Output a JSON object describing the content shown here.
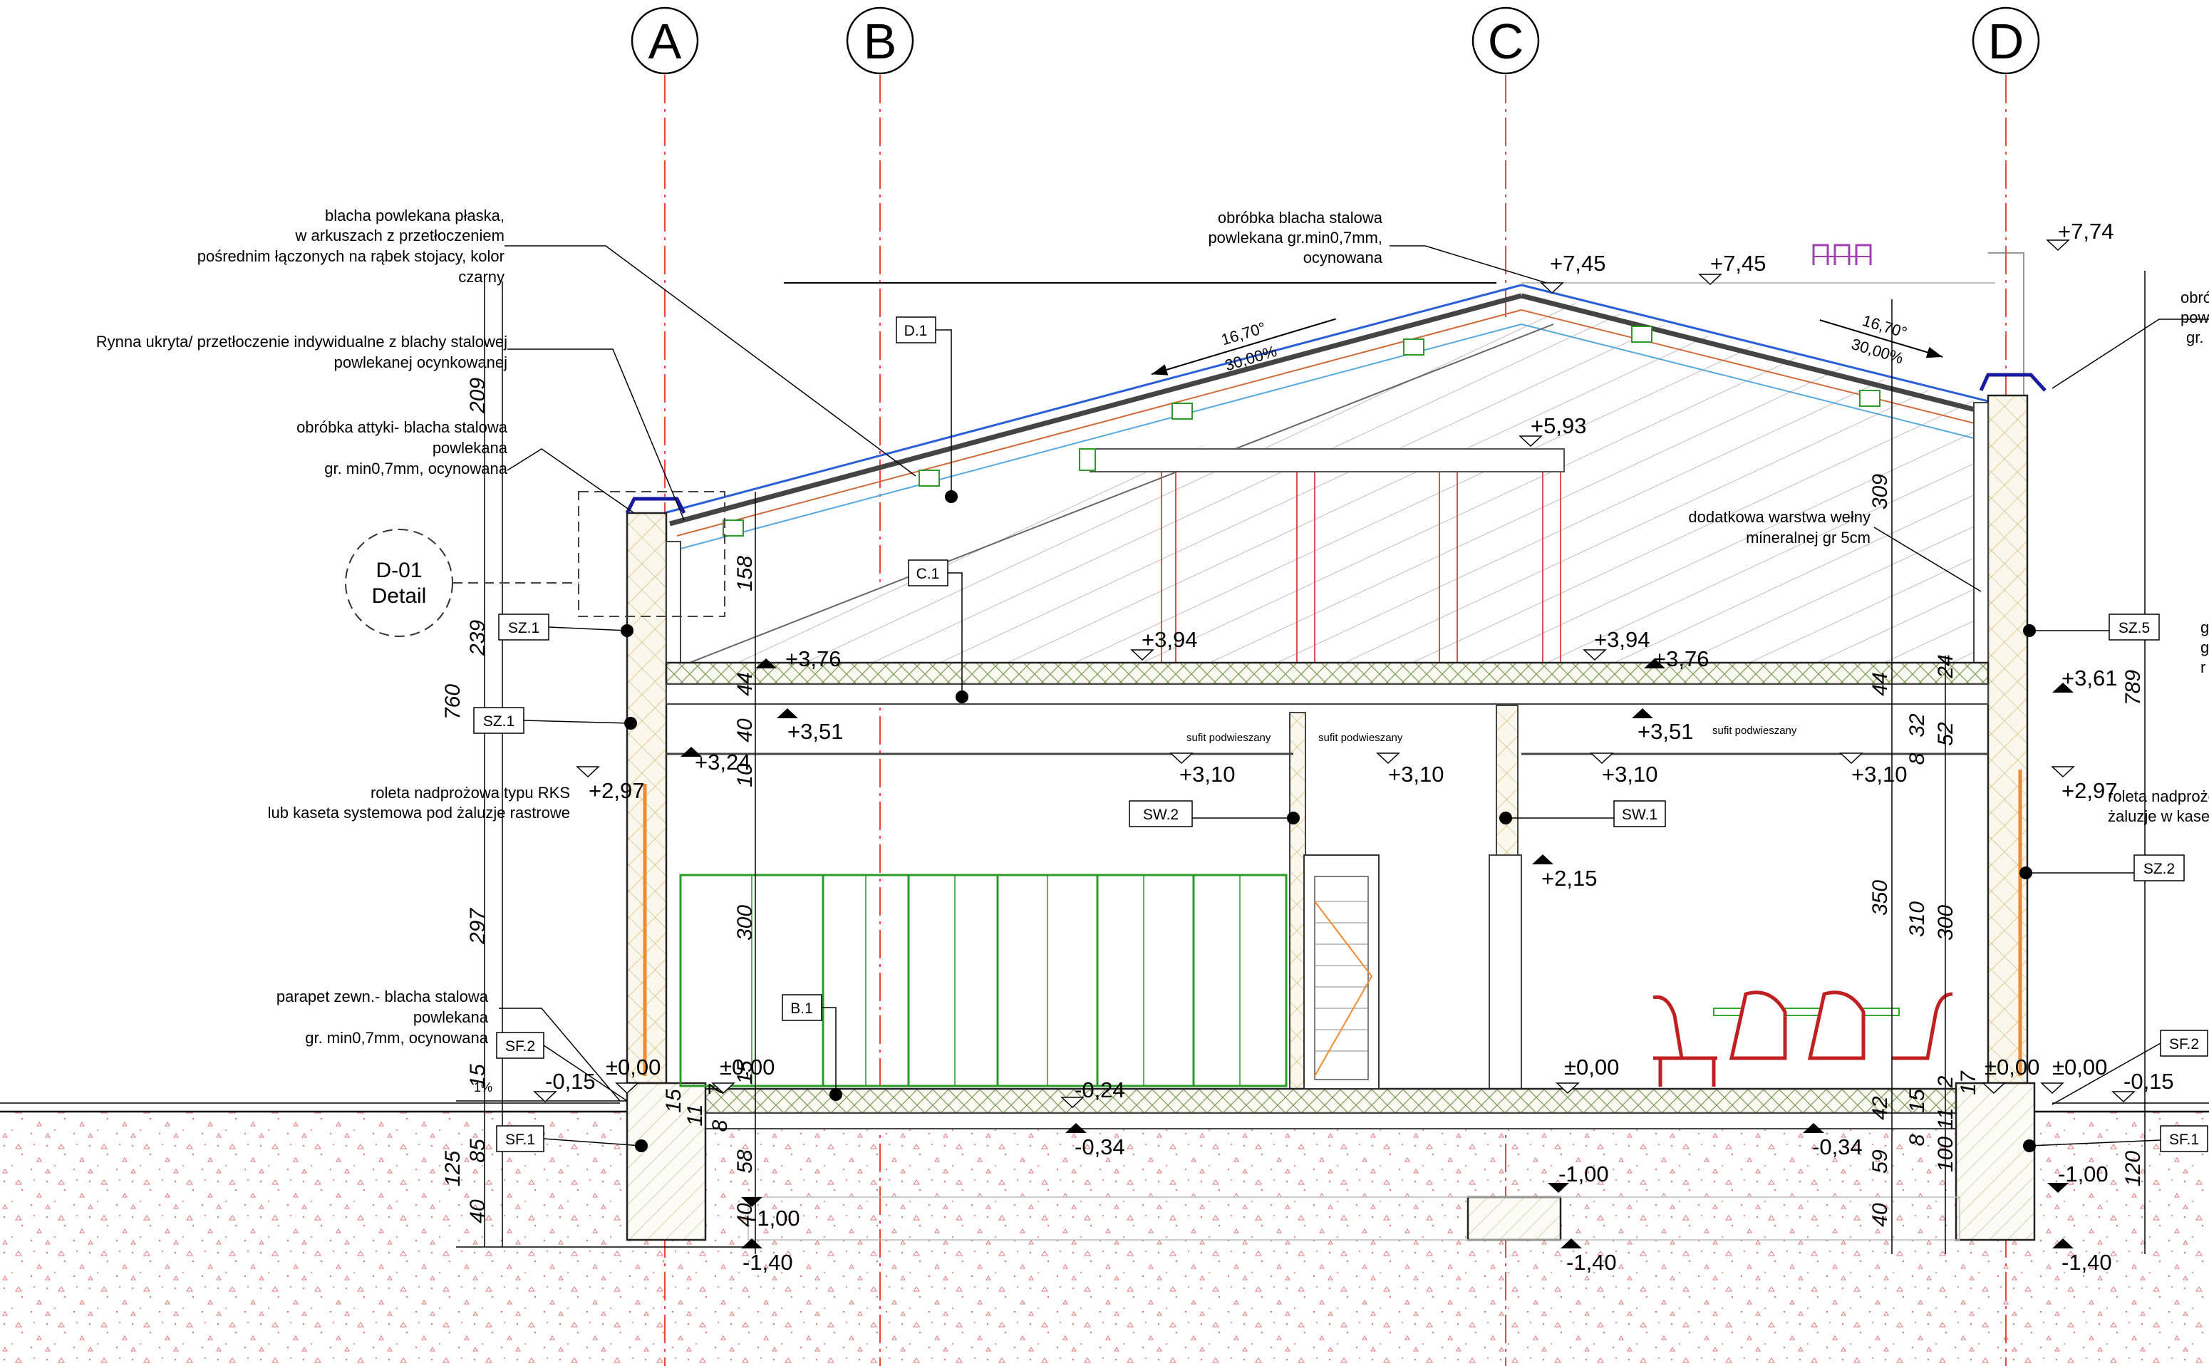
{
  "axes": {
    "a": "A",
    "b": "B",
    "c": "C",
    "d": "D"
  },
  "detail": {
    "code": "D-01",
    "label": "Detail"
  },
  "notes": {
    "roof_sheet": [
      "blacha powlekana płaska,",
      "w arkuszach z przetłoczeniem",
      "pośrednim łączonych na rąbek stojacy, kolor",
      "czarny"
    ],
    "gutter": [
      "Rynna  ukryta/ przetłoczenie indywidualne z blachy stalowej",
      "powlekanej ocynkowanej"
    ],
    "attic": [
      "obróbka attyki- blacha stalowa",
      "powlekana",
      "gr. min0,7mm, ocynowana"
    ],
    "ridge": [
      "obróbka  blacha stalowa",
      "powlekana gr.min0,7mm,",
      "ocynowana"
    ],
    "wool": [
      "dodatkowa warstwa wełny",
      "mineralnej gr 5cm"
    ],
    "shutter": [
      "roleta nadprożowa typu RKS",
      "lub kaseta systemowa pod żaluzje rastrowe"
    ],
    "parapet": [
      "parapet zewn.- blacha stalowa",
      "powlekana",
      "gr. min0,7mm, ocynowana"
    ],
    "right_top": [
      "obró",
      "powl",
      "gr. r"
    ],
    "right_shutter": [
      "roleta nadprożo",
      "żaluzje w kase"
    ],
    "right_g": [
      "g",
      "g",
      "r"
    ],
    "suspended": "sufit podwieszany"
  },
  "tags": {
    "d1": "D.1",
    "c1": "C.1",
    "sz1a": "SZ.1",
    "sz1b": "SZ.1",
    "sz5": "SZ.5",
    "sz2": "SZ.2",
    "sw1": "SW.1",
    "sw2": "SW.2",
    "sf2a": "SF.2",
    "sf2b": "SF.2",
    "sf1a": "SF.1",
    "sf1b": "SF.1",
    "b1": "B.1"
  },
  "slopes": {
    "left_deg": "16,70°",
    "left_pct": "30,00%",
    "right_deg": "16,70°",
    "right_pct": "30,00%"
  },
  "elevations": {
    "e745a": "+7,45",
    "e745b": "+7,45",
    "e774": "+7,74",
    "e593": "+5,93",
    "e394a": "+3,94",
    "e394b": "+3,94",
    "e376a": "+3,76",
    "e376b": "+3,76",
    "e351a": "+3,51",
    "e351b": "+3,51",
    "e324": "+3,24",
    "e361": "+3,61",
    "e310a": "+3,10",
    "e310b": "+3,10",
    "e310c": "+3,10",
    "e310d": "+3,10",
    "e297a": "+2,97",
    "e297b": "+2,97",
    "e215": "+2,15",
    "e000a": "±0,00",
    "e000b": "±0,00",
    "e000c": "±0,00",
    "e000d": "±0,00",
    "e000e": "±0,00",
    "m015a": "-0,15",
    "m015b": "-0,15",
    "m024": "-0,24",
    "m034a": "-0,34",
    "m034b": "-0,34",
    "m100a": "-1,00",
    "m100b": "-1,00",
    "m100c": "-1,00",
    "m140a": "-1,40",
    "m140b": "-1,40",
    "m140c": "-1,40"
  },
  "dims": {
    "left_total": "760",
    "left_209": "209",
    "left_239": "239",
    "left_297": "297",
    "left_15": "15",
    "left_85": "85",
    "left_125": "125",
    "left_40": "40",
    "pct1": "1%",
    "in_158": "158",
    "in_44": "44",
    "in_40": "40",
    "in_10": "10",
    "in_300": "300",
    "in_15": "15",
    "in_11": "11",
    "in_8": "8",
    "in_58": "58",
    "in_40b": "40",
    "in_7": "7",
    "in_15b": "15",
    "r_309": "309",
    "r_44": "44",
    "r_24": "24",
    "r_32": "32",
    "r_52": "52",
    "r_8": "8",
    "r_350": "350",
    "r_310": "310",
    "r_300": "300",
    "r_42": "42",
    "r_15": "15",
    "r_2": "2",
    "r_11": "11",
    "r_8b": "8",
    "r_100": "100",
    "r_59": "59",
    "r_40": "40",
    "r_17": "17",
    "far_789": "789",
    "far_120": "120"
  }
}
